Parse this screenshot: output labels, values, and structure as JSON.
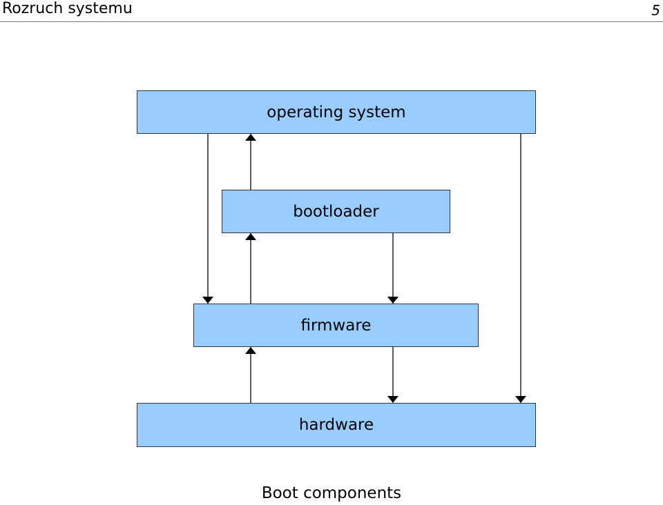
{
  "header": {
    "title": "Rozruch systemu",
    "page_number": "5"
  },
  "diagram": {
    "boxes": {
      "operating_system": "operating system",
      "bootloader": "bootloader",
      "firmware": "firmware",
      "hardware": "hardware"
    },
    "colors": {
      "box_fill": "#99ccff",
      "box_border": "#333333",
      "arrow": "#000000"
    }
  },
  "caption": "Boot components"
}
